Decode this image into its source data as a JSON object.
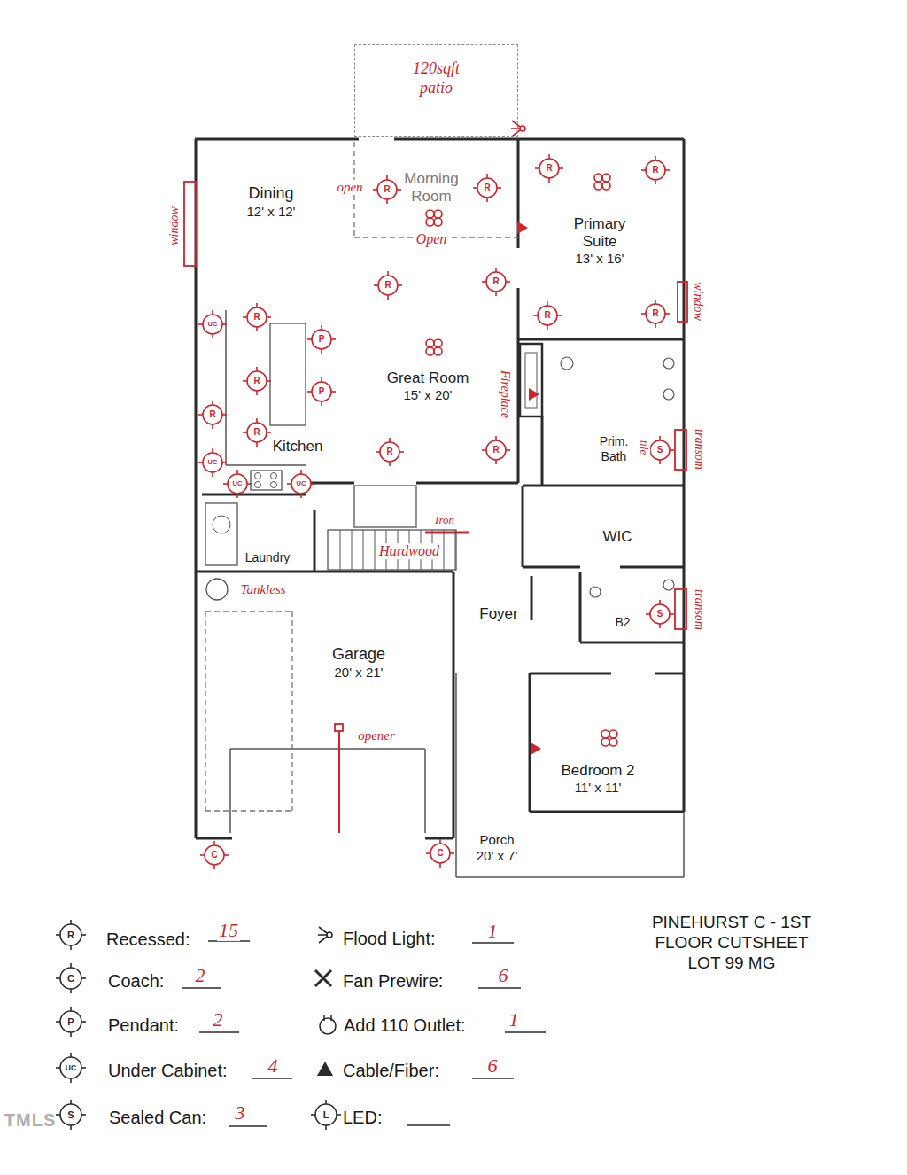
{
  "diagram": {
    "title": "PINEHURST C - 1ST FLOOR CUTSHEET LOT 99 MG",
    "nodes": [
      {
        "text": [
          "120sqft patio"
        ]
      },
      {
        "text": [
          "Dining",
          "12' x 12'"
        ]
      },
      {
        "text": [
          "Morning Room"
        ]
      },
      {
        "text": [
          "Primary Suite",
          "13' x 16'"
        ]
      },
      {
        "text": [
          "Great Room",
          "15' x 20'"
        ]
      },
      {
        "text": [
          "Kitchen"
        ]
      },
      {
        "text": [
          "Prim. Bath"
        ]
      },
      {
        "text": [
          "WIC"
        ]
      },
      {
        "text": [
          "Laundry"
        ]
      },
      {
        "text": [
          "Foyer"
        ]
      },
      {
        "text": [
          "B2"
        ]
      },
      {
        "text": [
          "Garage",
          "20' x 21'"
        ]
      },
      {
        "text": [
          "Bedroom 2",
          "11' x 11'"
        ]
      },
      {
        "text": [
          "Porch",
          "20' x 7'"
        ]
      }
    ],
    "labels": [
      "R",
      "R",
      "R",
      "R",
      "R",
      "R",
      "R",
      "R",
      "R",
      "R",
      "R",
      "R",
      "R",
      "R",
      "UC",
      "UC",
      "UC",
      "UC",
      "P",
      "P",
      "S",
      "S",
      "C",
      "C",
      "R",
      "C",
      "P",
      "UC",
      "S",
      "L",
      "open",
      "Open",
      "window",
      "window",
      "Fireplace",
      "tile",
      "transom",
      "transom",
      "Iron",
      "Hardwood",
      "Tankless",
      "opener",
      "15",
      "2",
      "2",
      "4",
      "3",
      "1",
      "6",
      "1",
      "6",
      "TMLS"
    ],
    "legend": [
      {
        "text": "Recessed:"
      },
      {
        "text": "Coach:"
      },
      {
        "text": "Pendant:"
      },
      {
        "text": "Under Cabinet:"
      },
      {
        "text": "Sealed Can:"
      },
      {
        "text": "Flood Light:"
      },
      {
        "text": "Fan Prewire:"
      },
      {
        "text": "Add 110 Outlet:"
      },
      {
        "text": "Cable/Fiber:"
      },
      {
        "text": "LED:"
      }
    ]
  }
}
